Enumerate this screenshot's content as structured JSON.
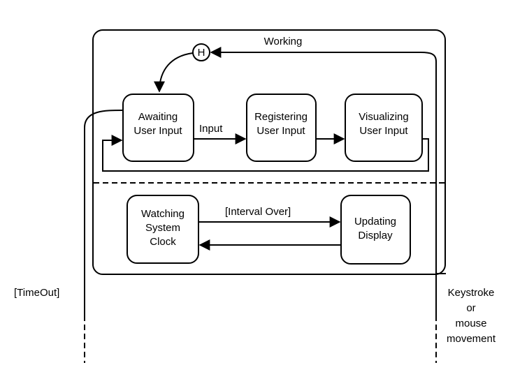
{
  "composite": {
    "title": "Working",
    "history": "H"
  },
  "states": {
    "awaiting": {
      "line1": "Awaiting",
      "line2": "User Input"
    },
    "registering": {
      "line1": "Registering",
      "line2": "User Input"
    },
    "visualizing": {
      "line1": "Visualizing",
      "line2": "User Input"
    },
    "watching": {
      "line1": "Watching",
      "line2": "System",
      "line3": "Clock"
    },
    "updating": {
      "line1": "Updating",
      "line2": "Display"
    }
  },
  "transitions": {
    "input": "Input",
    "interval_over": "[Interval Over]",
    "timeout": "[TimeOut]",
    "keystroke": {
      "line1": "Keystroke",
      "line2": "or",
      "line3": "mouse",
      "line4": "movement"
    }
  }
}
